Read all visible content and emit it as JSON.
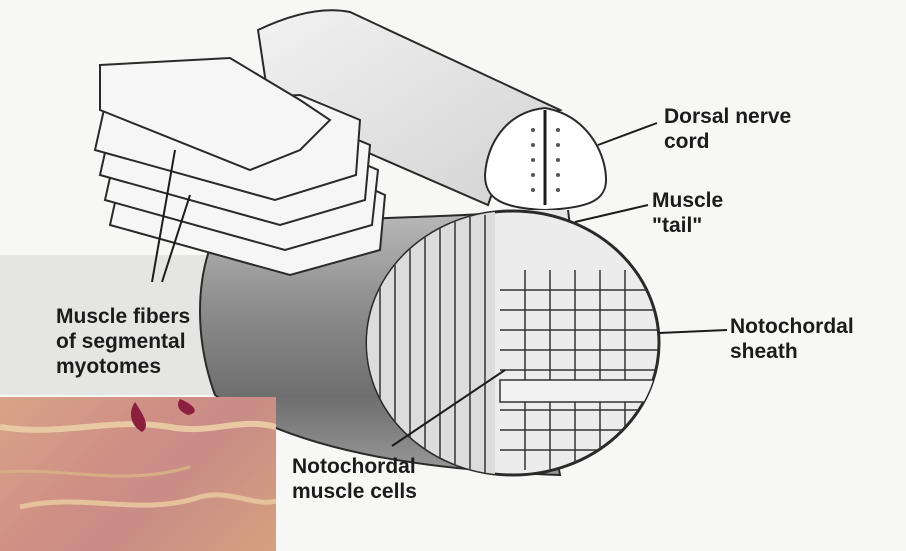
{
  "labels": {
    "dorsal_nerve_cord": "Dorsal nerve\ncord",
    "muscle_tail": "Muscle\n\"tail\"",
    "notochordal_sheath": "Notochordal\nsheath",
    "muscle_fibers": "Muscle fibers\nof segmental\nmyotomes",
    "notochordal_muscle_cells": "Notochordal\nmuscle cells"
  },
  "colors": {
    "paper": "#f7f7f6",
    "ink": "#1c1c1c",
    "shading": "#8c8c8c",
    "inset_tissue": "#c98c86",
    "inset_dark": "#8a1f3e"
  }
}
